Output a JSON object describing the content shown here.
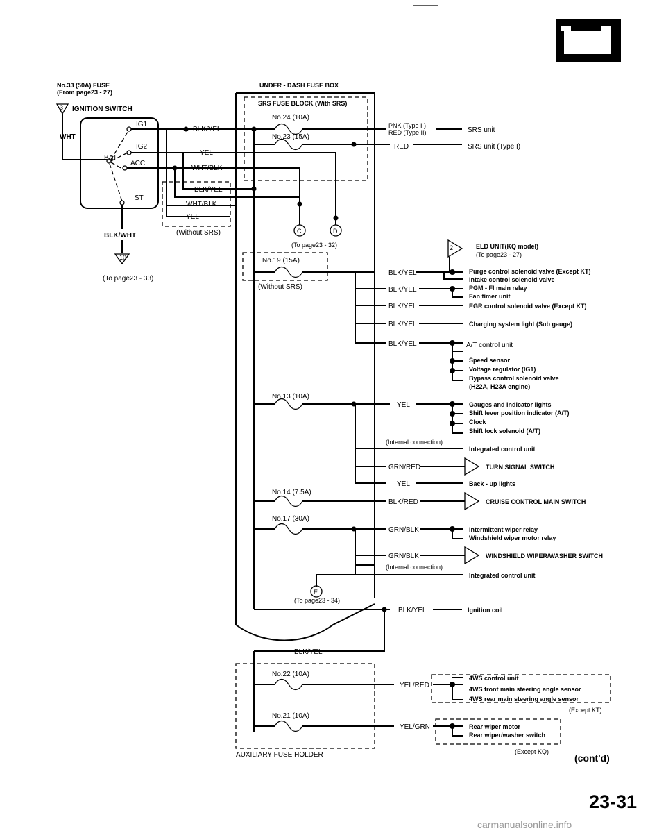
{
  "header": {
    "fuse_source": "No.33 (50A) FUSE",
    "fuse_source_ref": "(From page23 - 27)",
    "underdash_title": "UNDER - DASH FUSE BOX",
    "srs_block_title": "SRS FUSE BLOCK (With SRS)",
    "battery_symbol": "battery-icon"
  },
  "ignition": {
    "num": "3",
    "title": "IGNITION SWITCH",
    "ig1": "IG1",
    "ig2": "IG2",
    "bat": "BAT",
    "acc": "ACC",
    "st": "ST",
    "wht": "WHT",
    "blkwht": "BLK/WHT",
    "ref_num": "10",
    "ref": "(To page23 - 33)"
  },
  "left_wires": {
    "blkyel": "BLK/YEL",
    "yel": "YEL",
    "whtblk": "WHT/BLK",
    "blkyel2": "BLK/YEL",
    "whtblk2": "WHT/BLK",
    "yel2": "YEL",
    "without_srs": "(Without SRS)"
  },
  "fuses": {
    "f24": "No.24 (10A)",
    "f23": "No.23 (15A)",
    "f19": "No.19 (15A)",
    "f19_note": "(Without SRS)",
    "f13": "No.13 (10A)",
    "f14": "No.14 (7.5A)",
    "f17": "No.17 (30A)",
    "f22": "No.22 (10A)",
    "f21": "No.21 (10A)",
    "aux_title": "AUXILIARY FUSE HOLDER"
  },
  "connectors": {
    "c": "C",
    "d": "D",
    "cd_ref": "(To page23 - 32)",
    "e": "E",
    "e_ref": "(To page23 - 34)"
  },
  "right": {
    "pnk_red_1": "PNK (Type I )",
    "pnk_red_2": "RED (Type II)",
    "srs_unit": "SRS unit",
    "red": "RED",
    "srs_unit_type1": "SRS unit (Type I)",
    "elu_num": "2",
    "elu_1": "ELD UNIT(KQ model)",
    "elu_2": "(To page23 - 27)",
    "w1": "BLK/YEL",
    "l1a": "Purge control solenoid valve (Except KT)",
    "l1b": "Intake control solenoid valve",
    "w2": "BLK/YEL",
    "l2a": "PGM - FI main relay",
    "l2b": "Fan timer unit",
    "w3": "BLK/YEL",
    "l3": "EGR control solenoid valve (Except KT)",
    "w4": "BLK/YEL",
    "l4": "Charging system light (Sub gauge)",
    "w5": "BLK/YEL",
    "l5a": "A/T control unit",
    "l5b": "Speed sensor",
    "l5c": "Voltage regulator (IG1)",
    "l5d": "Bypass control solenoid valve",
    "l5e": "(H22A, H23A engine)",
    "w6": "YEL",
    "l6a": "Gauges and indicator lights",
    "l6b": "Shift lever position indicator (A/T)",
    "l6c": "Clock",
    "l6d": "Shift lock solenoid (A/T)",
    "internal1": "(Internal connection)",
    "l7": "Integrated control unit",
    "w8": "GRN/RED",
    "l8": "TURN SIGNAL SWITCH",
    "w9": "YEL",
    "l9": "Back - up lights",
    "w10": "BLK/RED",
    "l10": "CRUISE CONTROL MAIN SWITCH",
    "w11": "GRN/BLK",
    "l11a": "Intermittent wiper relay",
    "l11b": "Windshield wiper motor relay",
    "w12": "GRN/BLK",
    "l12": "WINDSHIELD WIPER/WASHER SWITCH",
    "internal2": "(Internal connection)",
    "l13": "Integrated control unit",
    "w14": "BLK/YEL",
    "l14": "Ignition coil",
    "aux_wire": "BLK/YEL",
    "w15": "YEL/RED",
    "l15a": "4WS control unit",
    "l15b": "4WS front main steering angle sensor",
    "l15c": "4WS rear main steering angle sensor",
    "l15note": "(Except KT)",
    "w16": "YEL/GRN",
    "l16a": "Rear wiper motor",
    "l16b": "Rear wiper/washer switch",
    "l16note": "(Except KQ)"
  },
  "footer": {
    "contd": "(cont'd)",
    "page": "23-31",
    "watermark": "carmanualsonline.info"
  }
}
